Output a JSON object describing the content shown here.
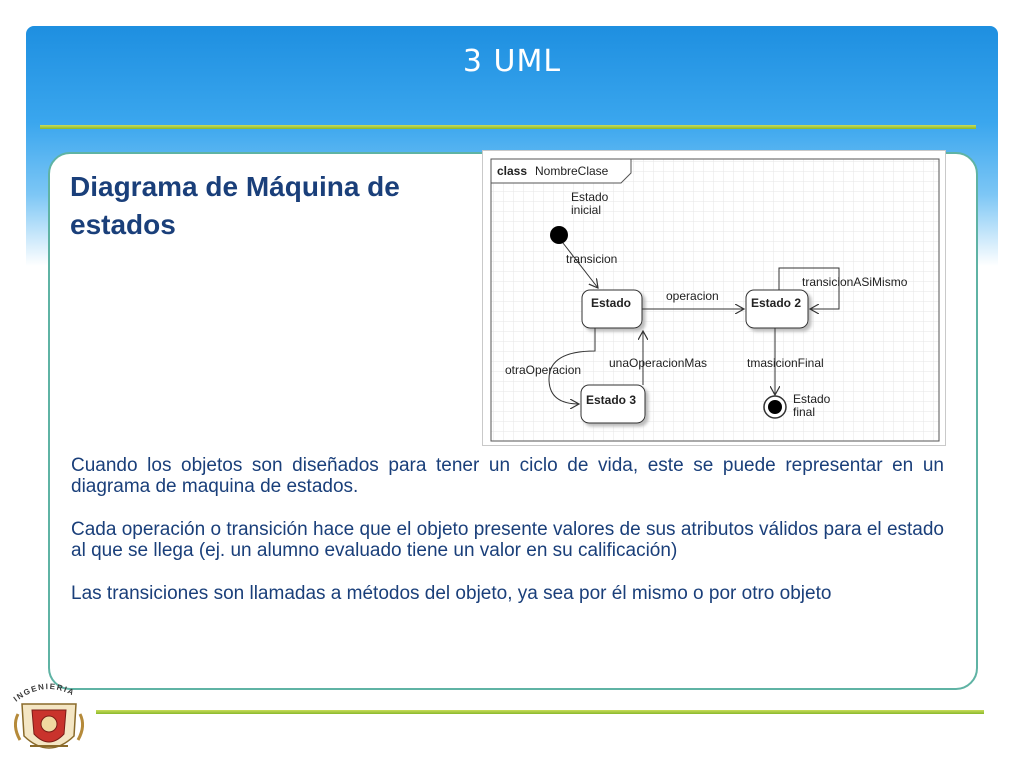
{
  "slide": {
    "title": "3 UML",
    "heading": "Diagrama de Máquina de estados",
    "paragraphs": [
      "Cuando los objetos son diseñados para tener un ciclo de vida, este se puede representar en un diagrama de maquina de estados.",
      "Cada operación o transición hace que el objeto presente valores de sus atributos válidos para el estado al que se llega (ej. un alumno evaluado tiene un valor en su calificación)",
      "Las transiciones son llamadas a métodos del objeto, ya sea por él mismo o por otro objeto"
    ]
  },
  "diagram": {
    "frame_keyword": "class",
    "frame_name": "NombreClase",
    "initial_label": [
      "Estado",
      "inicial"
    ],
    "final_label": [
      "Estado",
      "final"
    ],
    "states": {
      "estado": "Estado",
      "estado2": "Estado 2",
      "estado3": "Estado 3"
    },
    "transitions": {
      "transicion": "transicion",
      "operacion": "operacion",
      "self": "transicionASiMismo",
      "otra": "otraOperacion",
      "una": "unaOperacionMas",
      "final": "tmasicionFinal"
    }
  },
  "logo": {
    "text": "INGENIERIA"
  },
  "colors": {
    "header": "#1e8fe0",
    "heading": "#1a3f7a",
    "rule": "#8ab92c",
    "panel_border": "#5fb3a4"
  }
}
